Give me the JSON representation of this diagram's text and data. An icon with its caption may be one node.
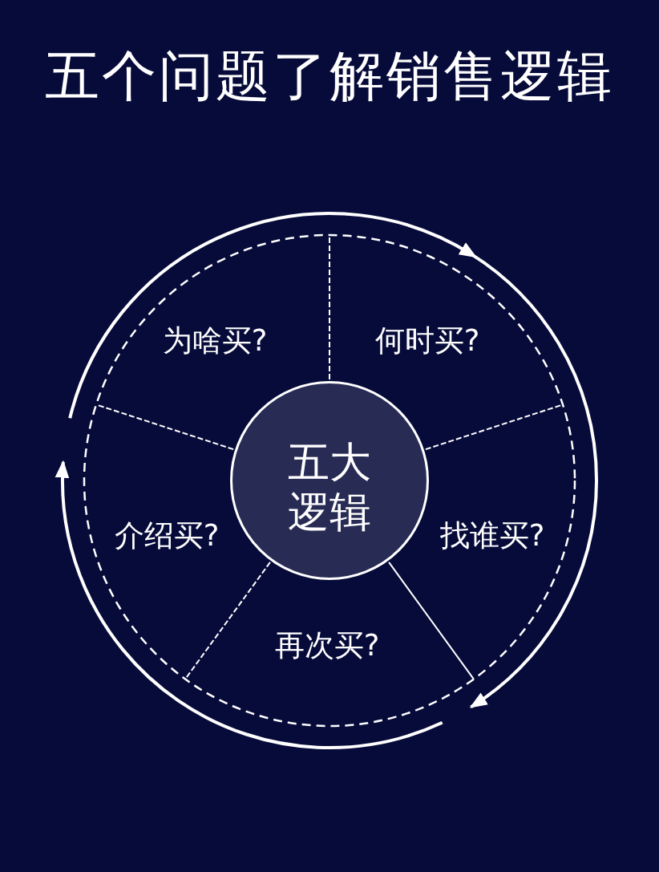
{
  "diagram": {
    "title": "五个问题了解销售逻辑",
    "nodes": [
      {
        "text": [
          "为啥买?"
        ]
      },
      {
        "text": [
          "何时买?"
        ]
      },
      {
        "text": [
          "五大逻辑"
        ]
      },
      {
        "text": [
          "介绍买?"
        ]
      },
      {
        "text": [
          "找谁买?"
        ]
      },
      {
        "text": [
          "再次买?"
        ]
      }
    ]
  }
}
